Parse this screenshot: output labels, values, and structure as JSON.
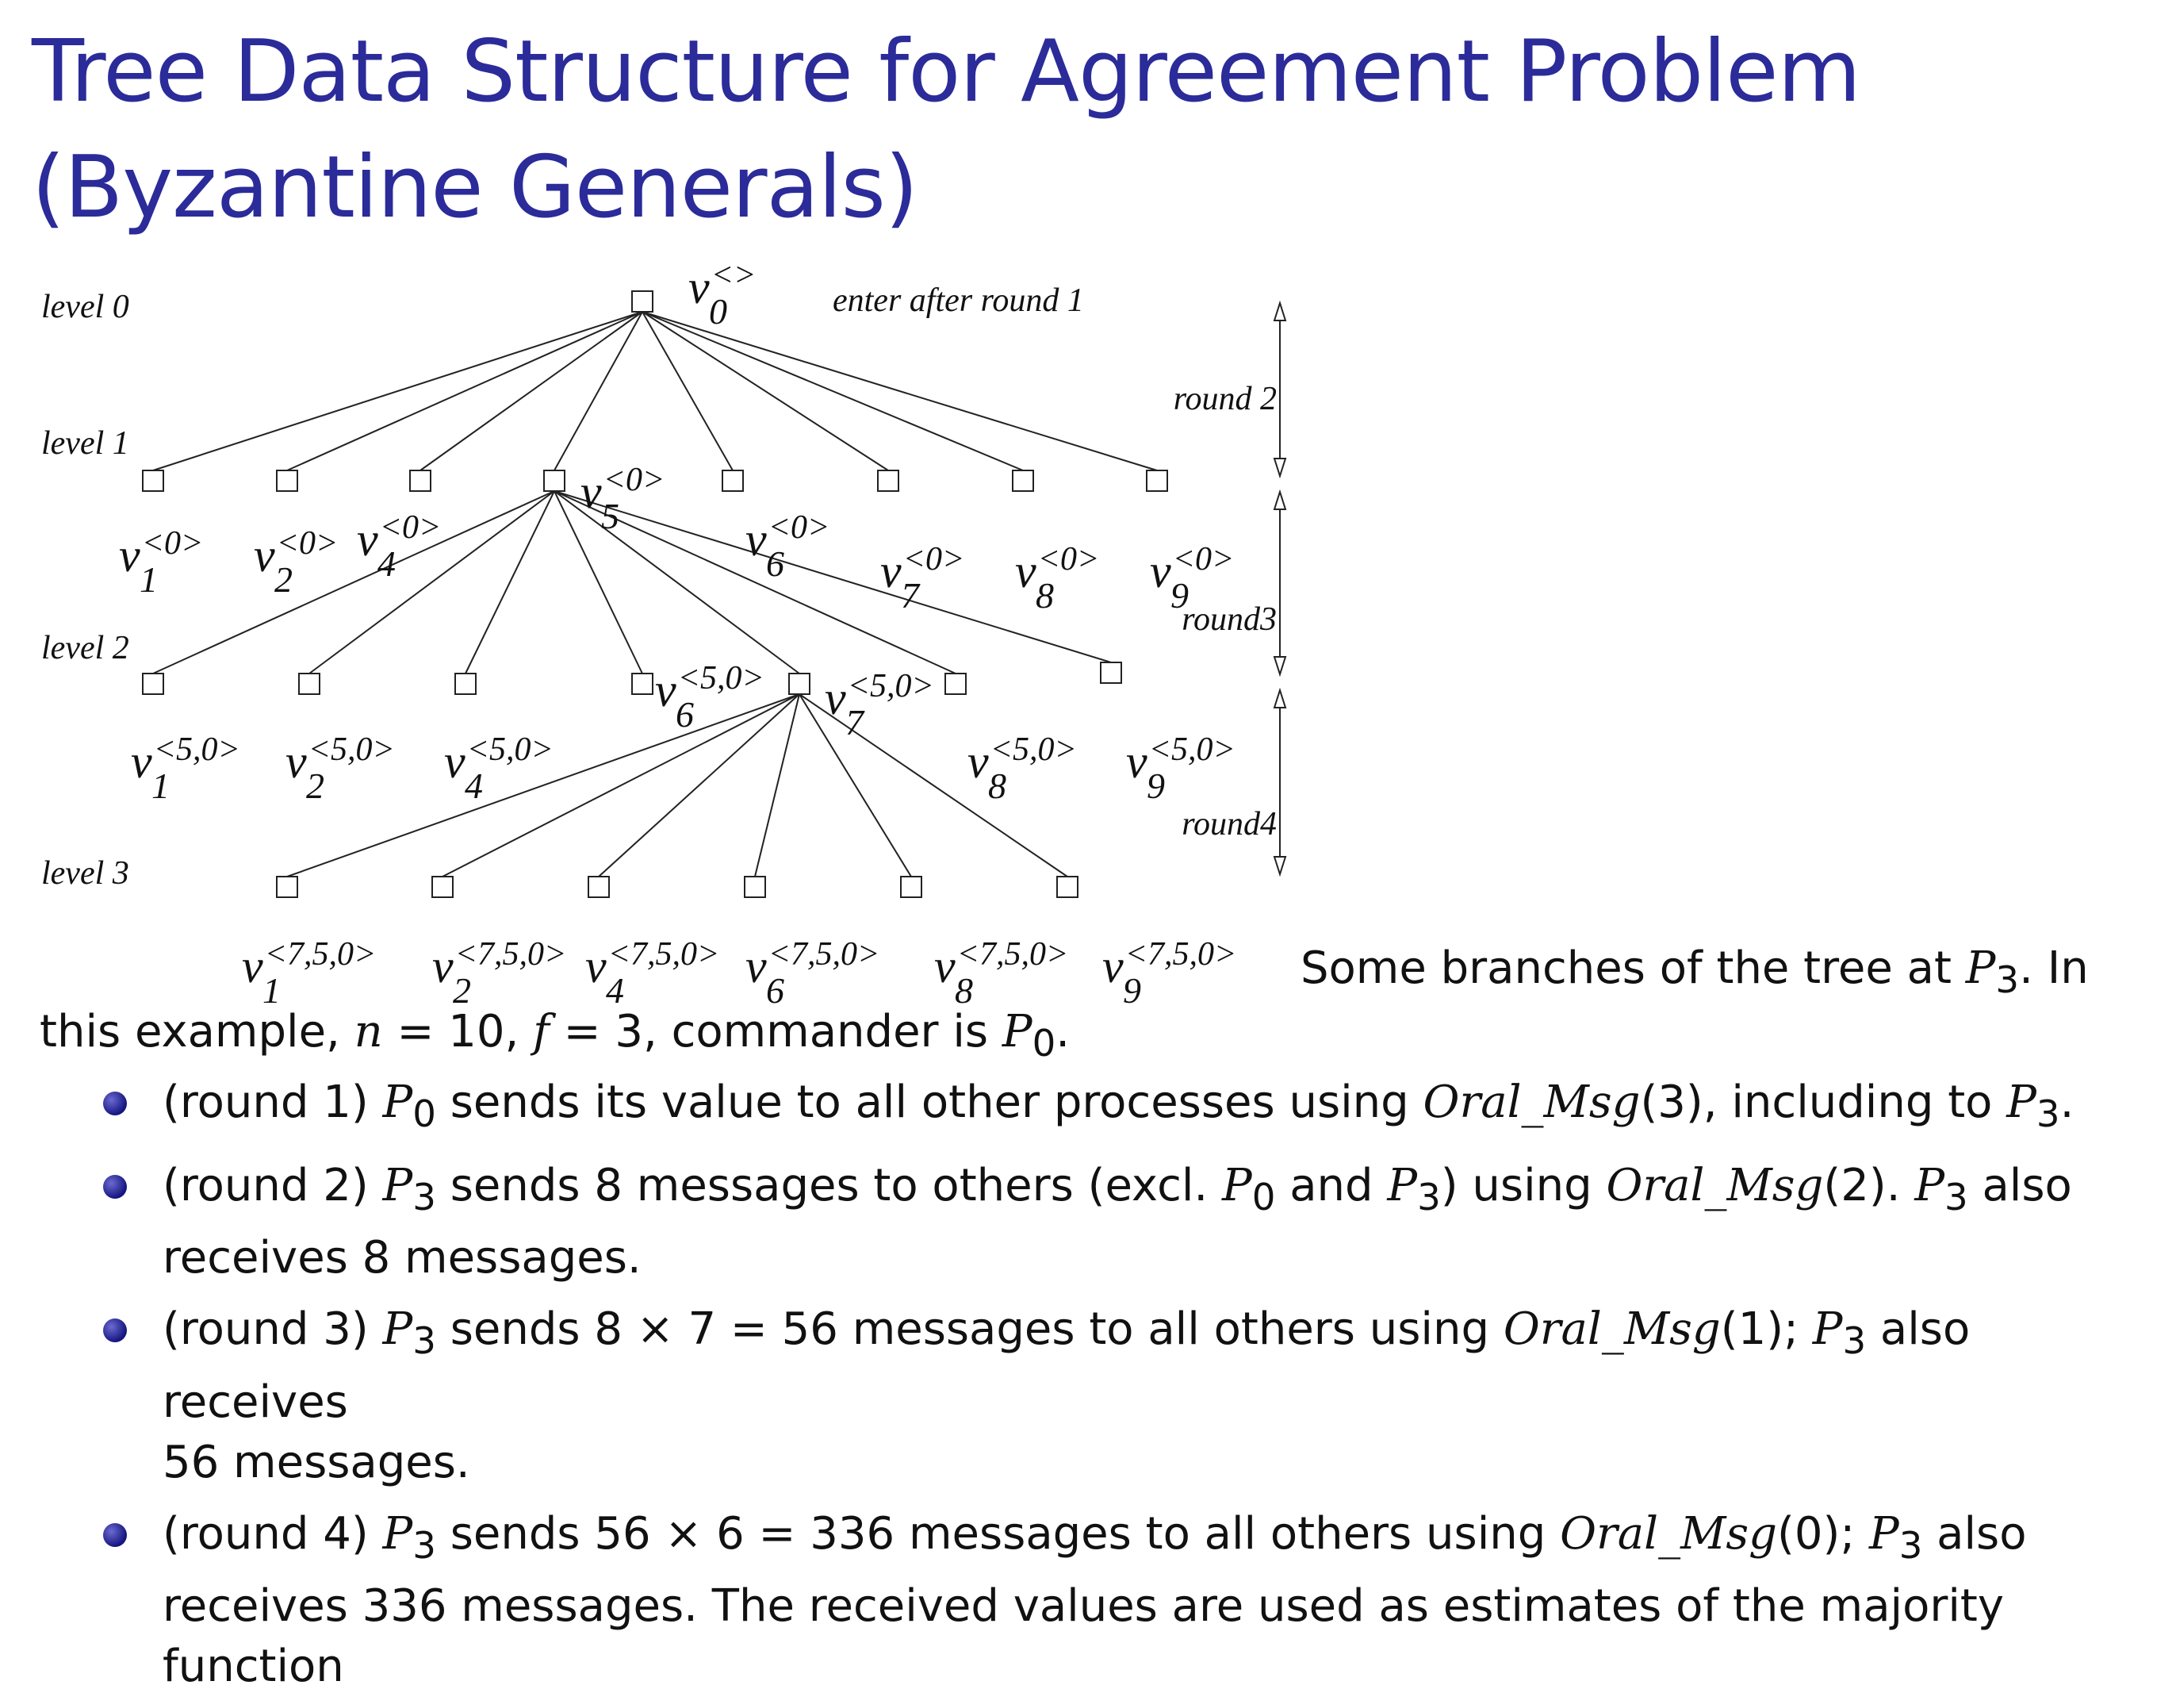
{
  "title": "Tree Data Structure for Agreement Problem (Byzantine Generals)",
  "diagram": {
    "level_labels": [
      "level 0",
      "level 1",
      "level 2",
      "level 3"
    ],
    "annotation": "enter after round 1",
    "round_labels": [
      "round 2",
      "round3",
      "round4"
    ],
    "root": {
      "v": "v",
      "sub": "0",
      "sup": "<>"
    },
    "level1": [
      {
        "v": "v",
        "sub": "1",
        "sup": "<0>"
      },
      {
        "v": "v",
        "sub": "2",
        "sup": "<0>"
      },
      {
        "v": "v",
        "sub": "4",
        "sup": "<0>"
      },
      {
        "v": "v",
        "sub": "5",
        "sup": "<0>"
      },
      {
        "v": "v",
        "sub": "6",
        "sup": "<0>"
      },
      {
        "v": "v",
        "sub": "7",
        "sup": "<0>"
      },
      {
        "v": "v",
        "sub": "8",
        "sup": "<0>"
      },
      {
        "v": "v",
        "sub": "9",
        "sup": "<0>"
      }
    ],
    "level2": [
      {
        "v": "v",
        "sub": "1",
        "sup": "<5,0>"
      },
      {
        "v": "v",
        "sub": "2",
        "sup": "<5,0>"
      },
      {
        "v": "v",
        "sub": "4",
        "sup": "<5,0>"
      },
      {
        "v": "v",
        "sub": "6",
        "sup": "<5,0>"
      },
      {
        "v": "v",
        "sub": "7",
        "sup": "<5,0>"
      },
      {
        "v": "v",
        "sub": "8",
        "sup": "<5,0>"
      },
      {
        "v": "v",
        "sub": "9",
        "sup": "<5,0>"
      }
    ],
    "level3": [
      {
        "v": "v",
        "sub": "1",
        "sup": "<7,5,0>"
      },
      {
        "v": "v",
        "sub": "2",
        "sup": "<7,5,0>"
      },
      {
        "v": "v",
        "sub": "4",
        "sup": "<7,5,0>"
      },
      {
        "v": "v",
        "sub": "6",
        "sup": "<7,5,0>"
      },
      {
        "v": "v",
        "sub": "8",
        "sup": "<7,5,0>"
      },
      {
        "v": "v",
        "sub": "9",
        "sup": "<7,5,0>"
      }
    ]
  },
  "caption": {
    "line1_text": "Some branches of the tree at ",
    "line1_var": "P",
    "line1_sub": "3",
    "line1_end": ". In",
    "line2_a": "this example, ",
    "line2_n": "n",
    "line2_b": " = 10, ",
    "line2_f": "f",
    "line2_c": " = 3, commander is ",
    "line2_p": "P",
    "line2_psub": "0",
    "line2_end": "."
  },
  "bullets": [
    {
      "a": "(round 1) ",
      "p1": "P",
      "p1s": "0",
      "b": " sends its value to all other processes using ",
      "fn": "Oral_Msg",
      "arg": "(3)",
      "c": ", including to ",
      "p2": "P",
      "p2s": "3",
      "d": "."
    },
    {
      "a": "(round 2) ",
      "p1": "P",
      "p1s": "3",
      "b": " sends 8 messages to others (excl. ",
      "p2": "P",
      "p2s": "0",
      "c": " and ",
      "p3": "P",
      "p3s": "3",
      "d": ") using ",
      "fn": "Oral_Msg",
      "arg": "(2). ",
      "p4": "P",
      "p4s": "3",
      "e": " also",
      "line2": "receives 8 messages."
    },
    {
      "a": "(round 3) ",
      "p1": "P",
      "p1s": "3",
      "b": " sends 8 × 7 = 56 messages to all others using ",
      "fn": "Oral_Msg",
      "arg": "(1); ",
      "p2": "P",
      "p2s": "3",
      "c": " also receives",
      "line2": "56 messages."
    },
    {
      "a": "(round 4) ",
      "p1": "P",
      "p1s": "3",
      "b": " sends 56 × 6 = 336 messages to all others using ",
      "fn": "Oral_Msg",
      "arg": "(0); ",
      "p2": "P",
      "p2s": "3",
      "c": " also",
      "line2": "receives 336 messages. The received values are used as estimates of the majority function"
    }
  ]
}
